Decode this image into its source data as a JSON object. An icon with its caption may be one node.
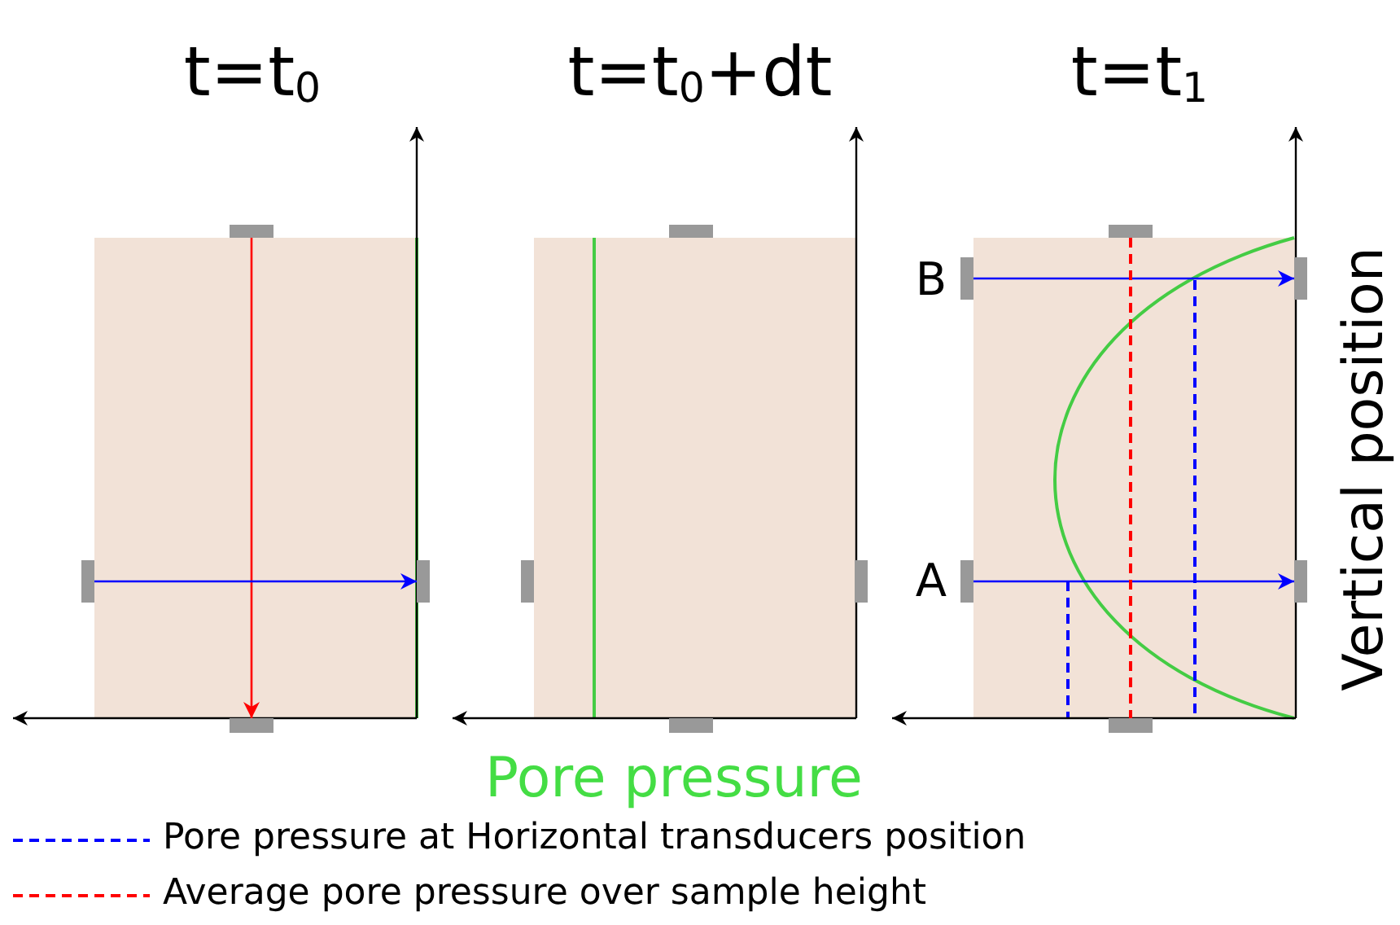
{
  "diagram": {
    "nodes": [
      {
        "text": [],
        "shape": "bar"
      },
      {
        "text": [],
        "shape": "bar"
      },
      {
        "text": [],
        "shape": "bar"
      },
      {
        "text": [],
        "shape": "bar"
      },
      {
        "text": [],
        "shape": "bar"
      },
      {
        "text": [],
        "shape": "bar"
      },
      {
        "text": [],
        "shape": "bar"
      },
      {
        "text": [],
        "shape": "bar"
      },
      {
        "text": [],
        "shape": "bar"
      },
      {
        "text": [],
        "shape": "bar"
      },
      {
        "text": [],
        "shape": "bar"
      },
      {
        "text": [],
        "shape": "bar"
      },
      {
        "text": [],
        "shape": "bar"
      },
      {
        "text": [],
        "shape": "bar"
      }
    ],
    "edges": [
      {
        "from": 0,
        "to": 3,
        "arrow": "to",
        "color": "#ff0000"
      },
      {
        "from": 1,
        "to": 2,
        "arrow": "to"
      },
      {
        "from": 9,
        "to": 10,
        "arrow": "to"
      },
      {
        "from": 11,
        "to": 12,
        "arrow": "to"
      },
      {
        "from": 8,
        "to": 13,
        "arrow": "none",
        "style": "dashed",
        "color": "#ff0000"
      }
    ],
    "labels": [
      "t=t$_{0}$",
      "t=t$_{0}$+dt",
      "t=t$_{1}$",
      "B",
      "A",
      "Vertical position",
      "Pore pressure"
    ],
    "legend": [
      {
        "text": "Pore pressure at Horizontal transducers position"
      },
      {
        "text": "Average pore pressure over sample height"
      }
    ]
  }
}
